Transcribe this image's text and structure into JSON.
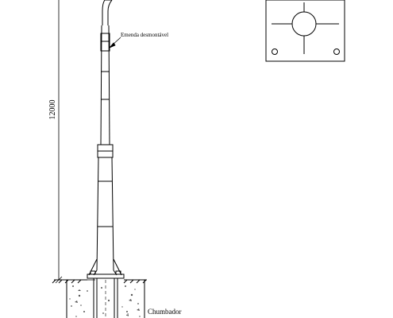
{
  "drawing": {
    "dimension_height": "12000",
    "label_splice": "Emenda desmontável",
    "label_anchor": "Chumbador",
    "label_anchor_marker": "4"
  },
  "colors": {
    "line": "#000000",
    "background": "#ffffff",
    "concrete_speckle": "#555555"
  }
}
